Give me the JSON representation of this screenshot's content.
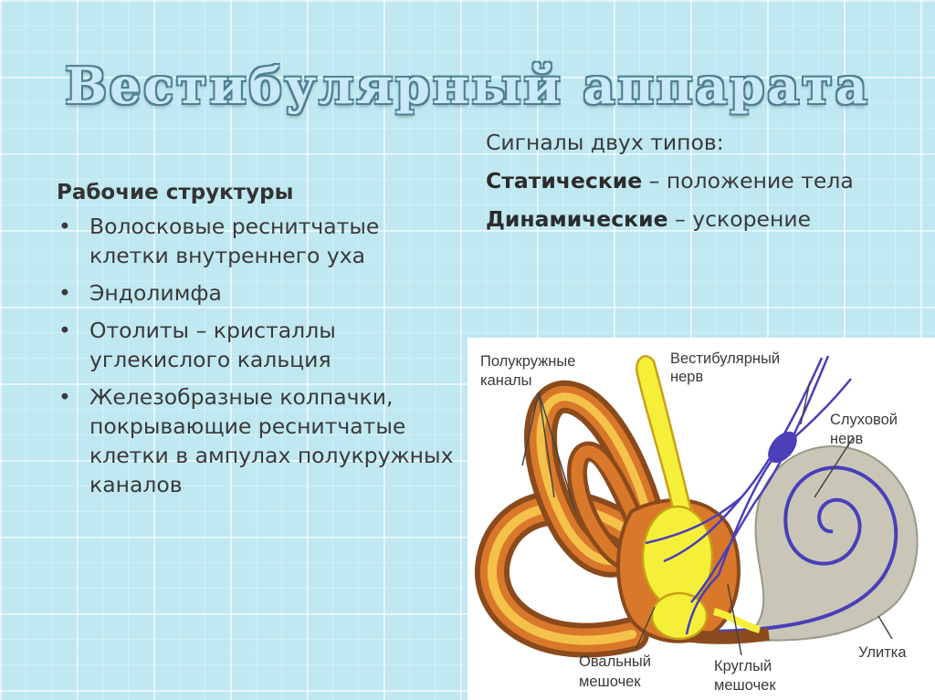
{
  "title": "Вестибулярный аппарата",
  "left": {
    "heading": "Рабочие структуры",
    "items": [
      "Волосковые реснитчатые клетки внутреннего уха",
      "Эндолимфа",
      "Отолиты – кристаллы углекислого кальция",
      "Железобразные колпачки, покрывающие реснитчатые клетки в ампулах полукружных каналов"
    ]
  },
  "right": {
    "intro": "Сигналы двух типов:",
    "static_term": "Статические",
    "static_desc": " – положение тела",
    "dynamic_term": "Динамические",
    "dynamic_desc": " – ускорение"
  },
  "figure": {
    "labels": {
      "canals_1": "Полукружные",
      "canals_2": "каналы",
      "vestibular_1": "Вестибулярный",
      "vestibular_2": "нерв",
      "auditory_1": "Слуховой",
      "auditory_2": "нерв",
      "cochlea": "Улитка",
      "oval_1": "Овальный",
      "oval_2": "мешочек",
      "round_1": "Круглый",
      "round_2": "мешочек"
    },
    "colors": {
      "canal_dark": "#8a4a1c",
      "canal_mid": "#d9782a",
      "canal_light": "#f4c24a",
      "endolymph": "#f5ef3a",
      "nerve": "#4a3fb8",
      "cochlea": "#c9c6b8"
    }
  }
}
